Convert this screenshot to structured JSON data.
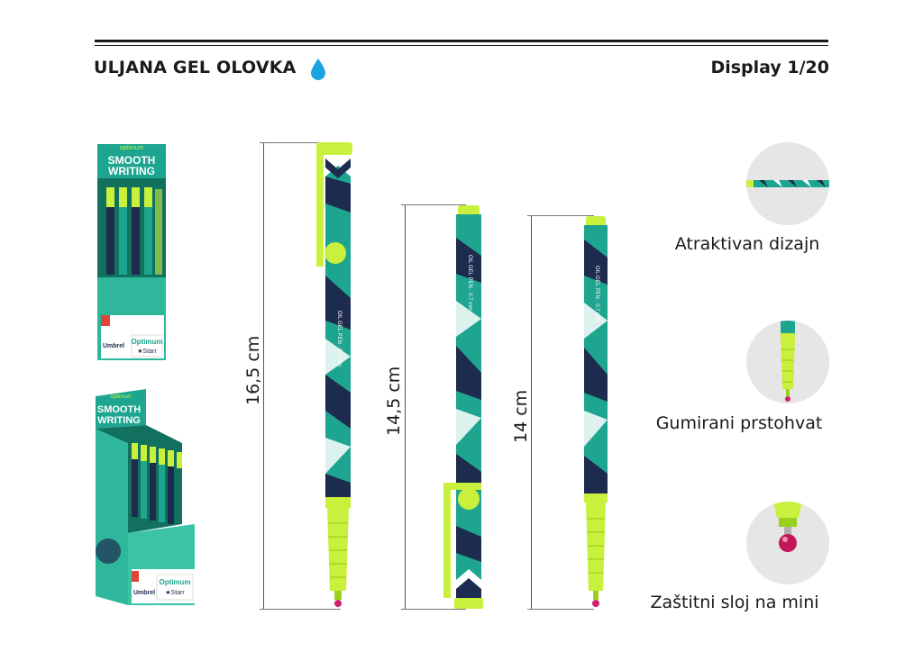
{
  "header": {
    "title": "ULJANA GEL OLOVKA",
    "display": "Display 1/20"
  },
  "displays": {
    "box1": {
      "headline1": "SMOOTH",
      "headline2": "WRITING",
      "brand": "Optimum",
      "brand2": "Starr",
      "product": "Umbrel"
    },
    "box2": {
      "headline1": "SMOOTH",
      "headline2": "WRITING",
      "brand": "Optimum",
      "brand2": "Starr",
      "product": "Umbrel"
    }
  },
  "pens": [
    {
      "length_label": "16,5 cm"
    },
    {
      "length_label": "14,5 cm"
    },
    {
      "length_label": "14 cm"
    }
  ],
  "features": [
    {
      "label": "Atraktivan dizajn",
      "icon": "pen-design-icon"
    },
    {
      "label": "Gumirani prstohvat",
      "icon": "rubber-grip-icon"
    },
    {
      "label": "Zaštitni sloj na mini",
      "icon": "protective-tip-icon"
    }
  ],
  "colors": {
    "lime": "#c8f03c",
    "teal": "#1ea58f",
    "navy": "#1d2b4f",
    "drop": "#1aa3e0"
  }
}
